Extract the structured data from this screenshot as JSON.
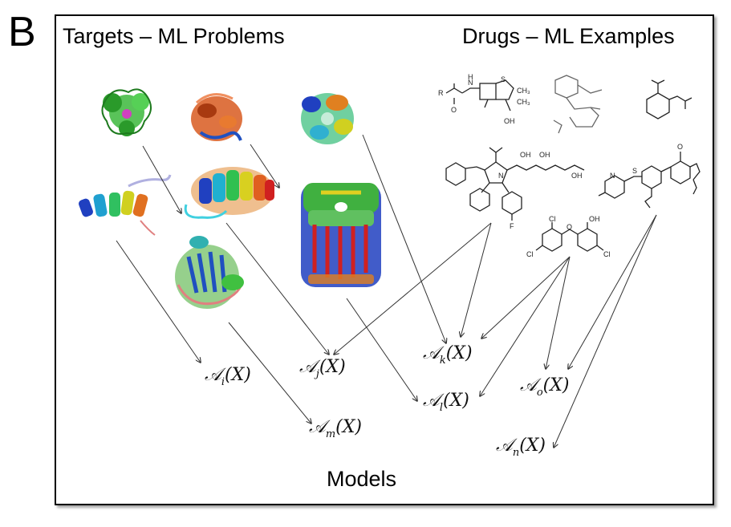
{
  "panel_label": "B",
  "headings": {
    "targets": "Targets – ML Problems",
    "drugs": "Drugs – ML Examples",
    "models": "Models"
  },
  "models": [
    {
      "id": "i",
      "symbol": "𝒜",
      "sub": "i",
      "arg": "(X)"
    },
    {
      "id": "j",
      "symbol": "𝒜",
      "sub": "j",
      "arg": "(X)"
    },
    {
      "id": "k",
      "symbol": "𝒜",
      "sub": "k",
      "arg": "(X)"
    },
    {
      "id": "l",
      "symbol": "𝒜",
      "sub": "l",
      "arg": "(X)"
    },
    {
      "id": "m",
      "symbol": "𝒜",
      "sub": "m",
      "arg": "(X)"
    },
    {
      "id": "o",
      "symbol": "𝒜",
      "sub": "o",
      "arg": "(X)"
    },
    {
      "id": "n",
      "symbol": "𝒜",
      "sub": "n",
      "arg": "(X)"
    }
  ],
  "molecule_labels": {
    "penicillin": {
      "R": "R",
      "N": "N",
      "H": "H",
      "S": "S",
      "CH3a": "CH₃",
      "CH3b": "CH₃",
      "O": "O",
      "OH": "OH"
    },
    "atorvastatin": {
      "F": "F",
      "N": "N",
      "OH1": "OH",
      "OH2": "OH",
      "OH3": "OH"
    },
    "triclosan": {
      "Cl1": "Cl",
      "Cl2": "Cl",
      "Cl3": "Cl",
      "OH": "OH",
      "O": "O"
    },
    "sildenafil": {
      "N": "N",
      "S": "S",
      "O": "O"
    }
  },
  "colors": {
    "protein_green": "#3cb83c",
    "protein_orange": "#d85a20",
    "protein_blue": "#2040c0",
    "protein_red": "#d02020",
    "protein_yellow": "#e0d020",
    "protein_cyan": "#40c0d0",
    "arrow": "#333333"
  }
}
